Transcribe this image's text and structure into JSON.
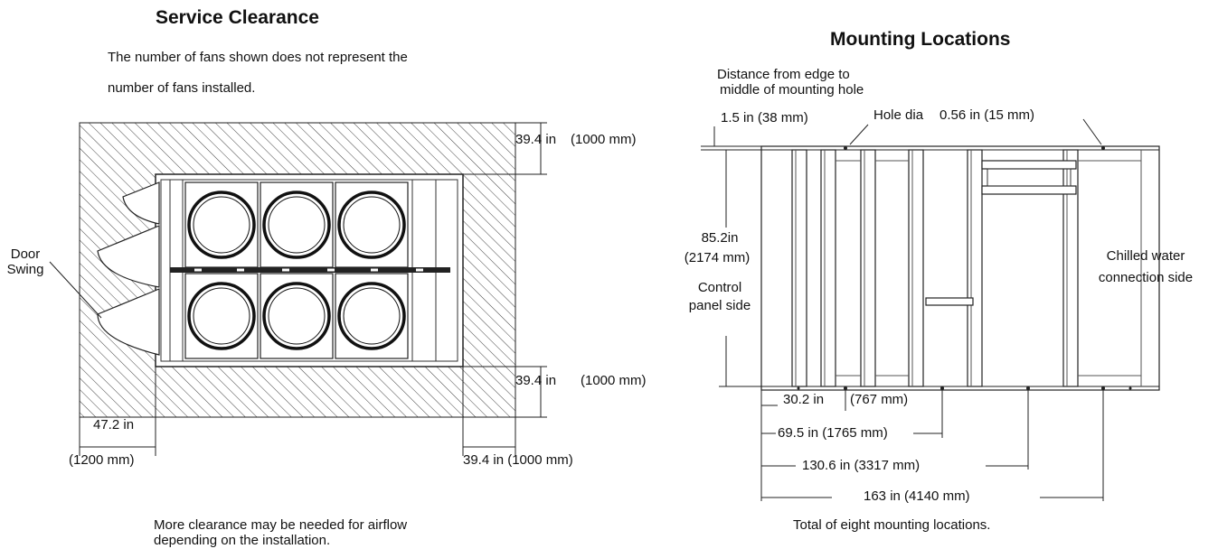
{
  "service": {
    "title": "Service Clearance",
    "note1_line1": "The number of fans shown does not represent the",
    "note1_line2": "number of fans installed.",
    "door_line1": "Door",
    "door_line2": "Swing",
    "dim_top": "39.4 in",
    "dim_top_mm": "(1000 mm)",
    "dim_right": "39.4 in",
    "dim_right_mm": "(1000 mm)",
    "dim_left": "47.2 in",
    "dim_left_mm": "(1200 mm)",
    "dim_bottom": "39.4 in (1000 mm)",
    "note2_line1": "More clearance may be needed for airflow",
    "note2_line2": "depending on the installation."
  },
  "mounting": {
    "title": "Mounting Locations",
    "edge_line1": "Distance from edge to",
    "edge_line2": "middle of mounting hole",
    "edge_dim": "1.5 in (38 mm)",
    "hole_label": "Hole dia",
    "hole_dim": "0.56 in (15 mm)",
    "height_in": "85.2in",
    "height_mm": "(2174 mm)",
    "control_line1": "Control",
    "control_line2": "panel side",
    "chilled_line1": "Chilled water",
    "chilled_line2": "connection side",
    "d1": "30.2 in",
    "d1_mm": "(767 mm)",
    "d2": "69.5 in (1765 mm)",
    "d3": "130.6 in (3317 mm)",
    "d4": "163 in (4140 mm)",
    "footer": "Total of eight mounting locations."
  }
}
